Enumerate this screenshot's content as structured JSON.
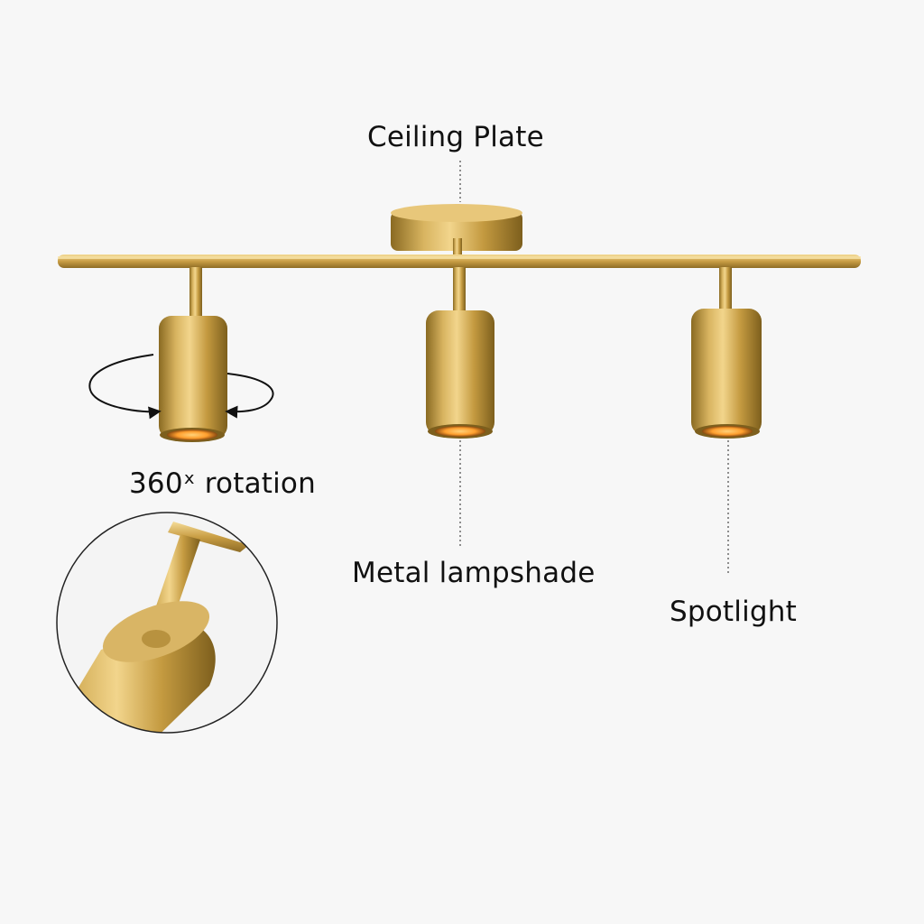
{
  "labels": {
    "ceiling_plate": "Ceiling Plate",
    "rotation": "360ˣ rotation",
    "lampshade": "Metal lampshade",
    "spotlight": "Spotlight"
  },
  "colors": {
    "background": "#f7f7f7",
    "brass": "#c9a24a",
    "brass_light": "#f2d58c",
    "brass_dark": "#8a6a22",
    "bulb_glow": "#ffb347",
    "leader_line": "#555555"
  }
}
